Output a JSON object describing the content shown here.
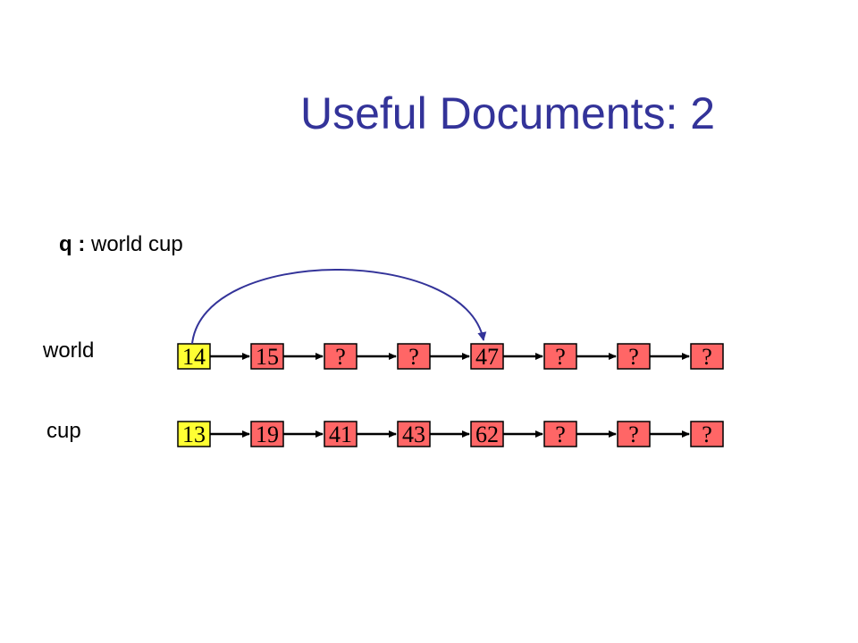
{
  "title": "Useful Documents: 2",
  "query": {
    "prefix": "q :",
    "text": "world cup"
  },
  "colors": {
    "title": "#333399",
    "current_node": "#ffff33",
    "node": "#ff6666",
    "node_text": "#000000",
    "jump_arc": "#333399"
  },
  "lists": [
    {
      "term": "world",
      "nodes": [
        "14",
        "15",
        "?",
        "?",
        "47",
        "?",
        "?",
        "?"
      ],
      "current": 0
    },
    {
      "term": "cup",
      "nodes": [
        "13",
        "19",
        "41",
        "43",
        "62",
        "?",
        "?",
        "?"
      ],
      "current": 0
    }
  ],
  "jump": {
    "list": 0,
    "from_index": 0,
    "to_index": 4
  }
}
